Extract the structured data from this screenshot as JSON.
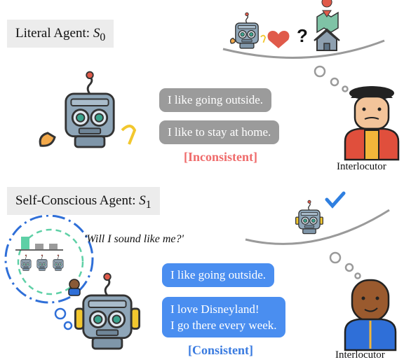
{
  "top": {
    "title_prefix": "Literal Agent: ",
    "title_math": "S",
    "title_sub": "0",
    "bubbles": [
      "I like going outside.",
      "I like to stay at home."
    ],
    "tag": "[Inconsistent]",
    "interlocutor": "Interlocutor"
  },
  "bottom": {
    "title_prefix": "Self-Conscious Agent: ",
    "title_math": "S",
    "title_sub": "1",
    "quote": "'Will I sound like me?'",
    "bubbles": [
      "I like going outside.",
      "I love Disneyland!",
      "I go there every week."
    ],
    "tag": "[Consistent]",
    "interlocutor": "Interlocutor"
  },
  "colors": {
    "gray_bubble": "#9b9b9b",
    "blue_bubble": "#4a8ef0",
    "inconsistent": "#ef6b6b",
    "consistent": "#3a7be0"
  },
  "icons": [
    "robot-icon",
    "heart-icon",
    "question-icon",
    "map-icon",
    "house-icon",
    "checkmark-icon",
    "person-icon",
    "bar-chart-icon"
  ]
}
